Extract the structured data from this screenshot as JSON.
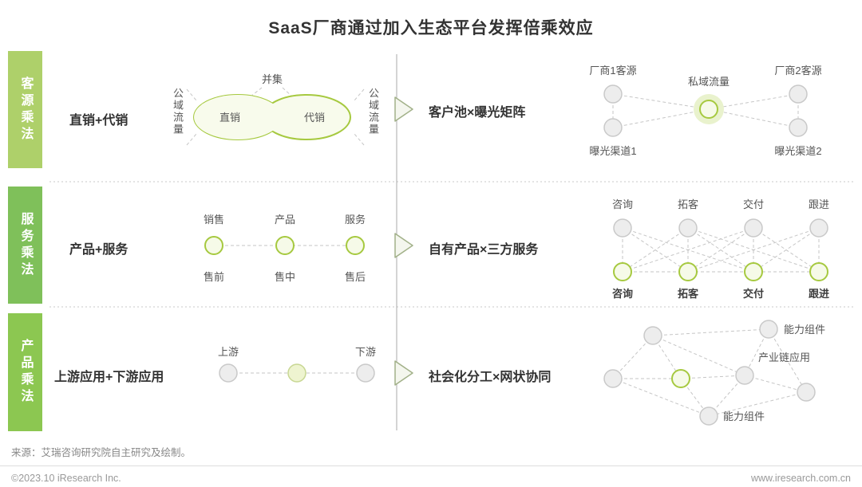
{
  "title": "SaaS厂商通过加入生态平台发挥倍乘效应",
  "colors": {
    "tab1": "#aed06a",
    "tab2": "#7fc05a",
    "tab3": "#8cc751",
    "green": "#a6c93f",
    "green-fill": "#f6fae8"
  },
  "rows": [
    {
      "tab": "客源乘法",
      "left_label": "直销+代销",
      "right_label": "客户池×曝光矩阵",
      "venn": {
        "union": "并集",
        "set1": "直销",
        "set2": "代销",
        "side_left": "公域流量",
        "side_right": "公域流量"
      },
      "network": {
        "top_left": "厂商1客源",
        "center": "私域流量",
        "top_right": "厂商2客源",
        "bottom_left": "曝光渠道1",
        "bottom_right": "曝光渠道2"
      }
    },
    {
      "tab": "服务乘法",
      "left_label": "产品+服务",
      "right_label": "自有产品×三方服务",
      "chain": {
        "top": [
          "销售",
          "产品",
          "服务"
        ],
        "bottom": [
          "售前",
          "售中",
          "售后"
        ]
      },
      "matrix": {
        "top": [
          "咨询",
          "拓客",
          "交付",
          "跟进"
        ],
        "bottom": [
          "咨询",
          "拓客",
          "交付",
          "跟进"
        ]
      }
    },
    {
      "tab": "产品乘法",
      "left_label": "上游应用+下游应用",
      "right_label": "社会化分工×网状协同",
      "chain": {
        "labels": [
          "上游",
          "下游"
        ]
      },
      "mesh": {
        "label_top": "能力组件",
        "label_mid": "产业链应用",
        "label_bottom": "能力组件"
      }
    }
  ],
  "footer": {
    "source": "来源：艾瑞咨询研究院自主研究及绘制。",
    "copyright": "©2023.10 iResearch Inc.",
    "website": "www.iresearch.com.cn"
  }
}
